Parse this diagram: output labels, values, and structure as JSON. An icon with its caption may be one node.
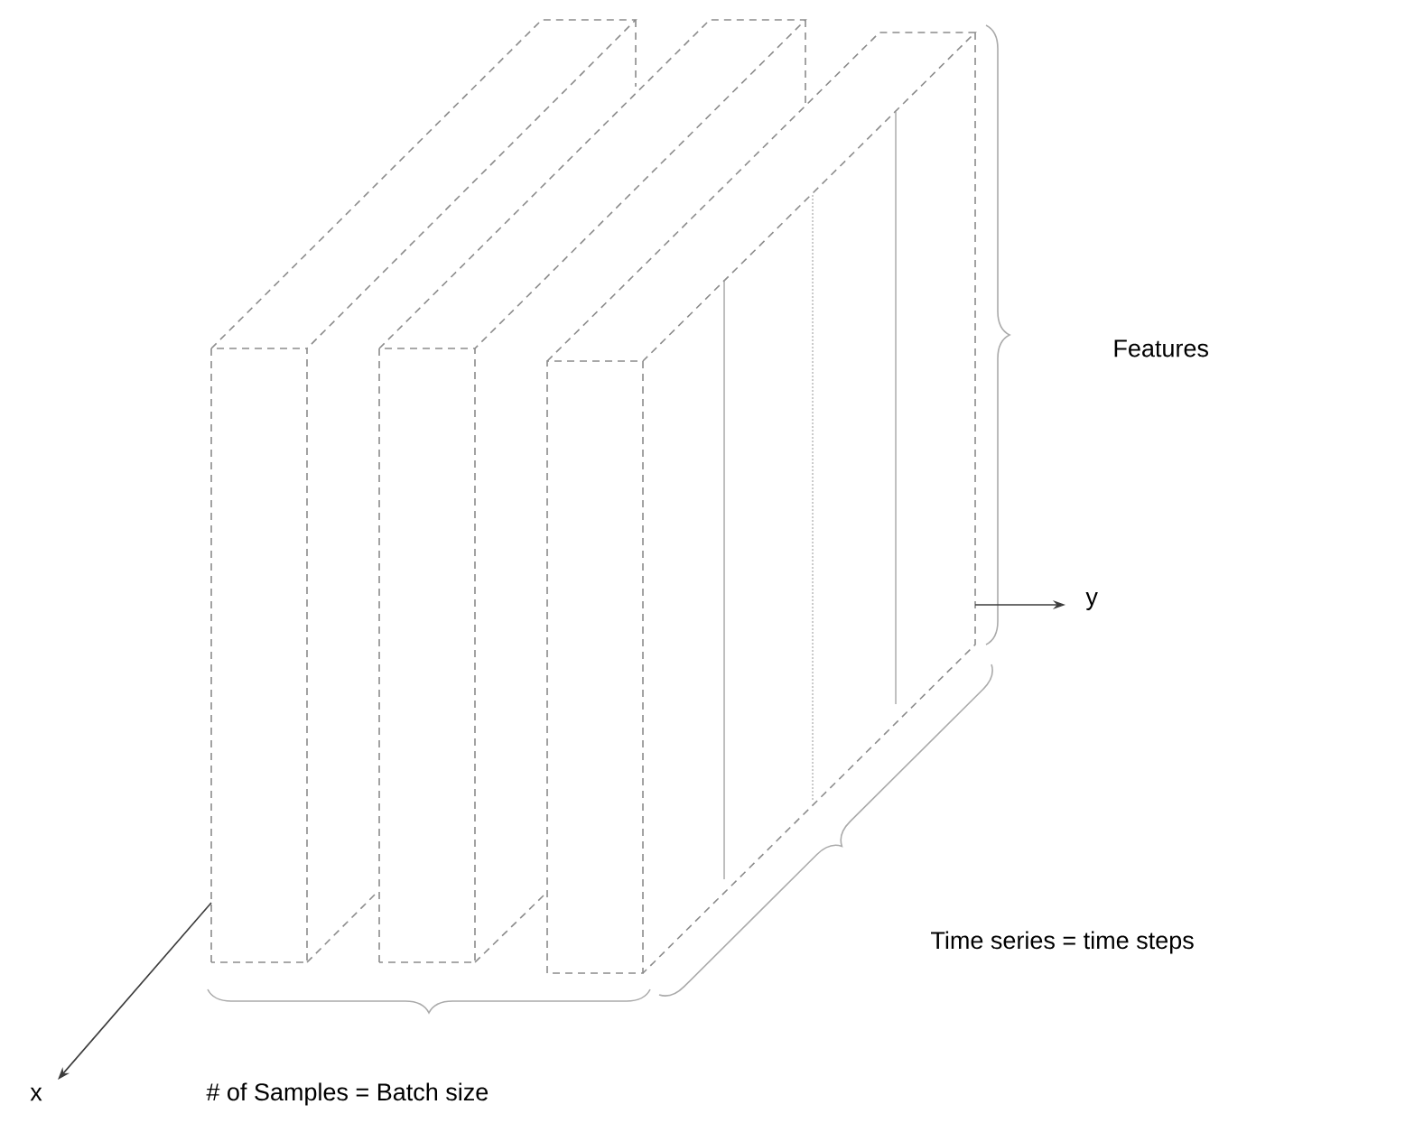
{
  "diagram": {
    "labels": [
      "Features",
      "y",
      "Time series = time steps",
      "x",
      "# of Samples = Batch size"
    ]
  }
}
